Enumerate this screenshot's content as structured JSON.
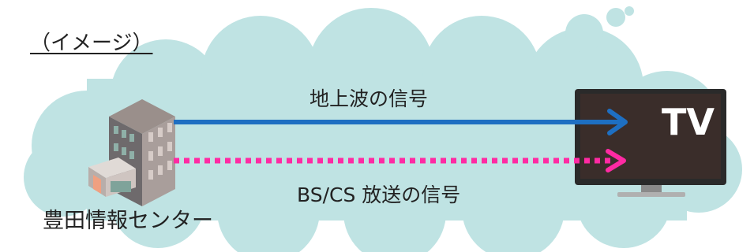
{
  "caption": "（イメージ）",
  "signals": {
    "terrestrial": {
      "label": "地上波の信号",
      "color": "#1e6fc2"
    },
    "bs_cs": {
      "label": "BS/CS 放送の信号",
      "color": "#ff2aa3"
    }
  },
  "center": {
    "label": "豊田情報センター"
  },
  "tv": {
    "label": "TV"
  },
  "colors": {
    "cloud": "#bfe3e3",
    "tv_body": "#2a2a2a",
    "tv_screen": "#3a2d2a"
  }
}
